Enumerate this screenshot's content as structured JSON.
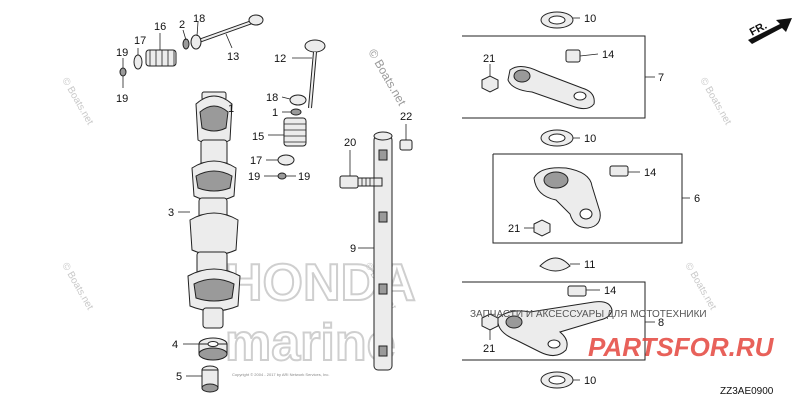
{
  "callouts": [
    "1",
    "2",
    "3",
    "4",
    "5",
    "6",
    "7",
    "8",
    "9",
    "10",
    "11",
    "12",
    "13",
    "14",
    "15",
    "16",
    "17",
    "18",
    "19",
    "20",
    "21",
    "22"
  ],
  "watermark": {
    "text": "© Boats.net",
    "brand_line1": "HONDA",
    "brand_line2": "marine"
  },
  "shop_banner": {
    "text": "ЗАПЧАСТИ И АКСЕССУАРЫ ДЛЯ МОТОТЕХНИКИ",
    "logo": "PARTSFOR.RU"
  },
  "direction_label": "FR.",
  "diagram_code": "ZZ3AE0900",
  "copyright_note": "Copyright © 2004 - 2017 by ARI Network Services, Inc."
}
